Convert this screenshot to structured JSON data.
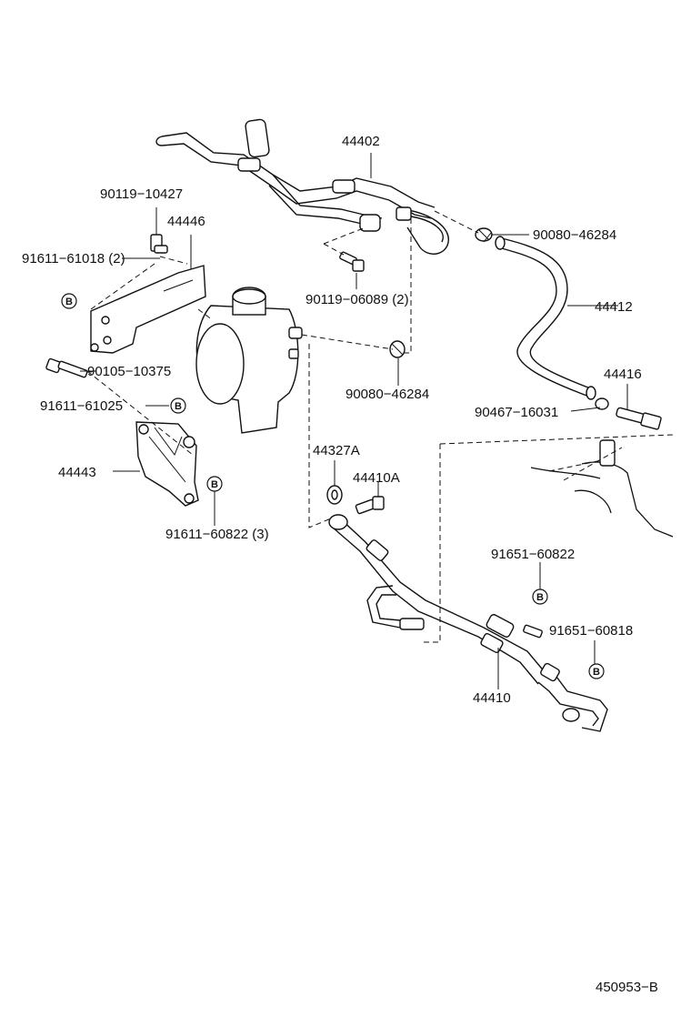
{
  "labels": {
    "p44402": "44402",
    "p90119_10427": "90119−10427",
    "p44446": "44446",
    "p91611_61018": "91611−61018 (2)",
    "p90080_46284_top": "90080−46284",
    "p90119_06089": "90119−06089 (2)",
    "p44412": "44412",
    "p90080_46284_mid": "90080−46284",
    "p90105_10375": "90105−10375",
    "p44416": "44416",
    "p91611_61025": "91611−61025",
    "p90467_16031": "90467−16031",
    "p44327a": "44327A",
    "p44443": "44443",
    "p44410a": "44410A",
    "p91611_60822": "91611−60822 (3)",
    "p91651_60822": "91651−60822",
    "p91651_60818": "91651−60818",
    "p44410": "44410"
  },
  "badges": {
    "b1": "B",
    "b2": "B",
    "b3": "B",
    "b4": "B",
    "b5": "B"
  },
  "figure_id": "450953−B"
}
